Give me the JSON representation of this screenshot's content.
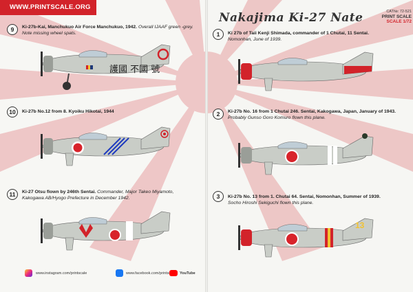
{
  "header": {
    "url": "WWW.PRINTSCALE.ORG",
    "title": "Nakajima Ki-27 Nate",
    "catalog": "CAT№: 72-521",
    "brand": "PRINT SCALE",
    "scale": "SCALE 1/72"
  },
  "entries": [
    {
      "num": "9",
      "bold": "Ki-27b-Kai, Manchukuo Air Force Manchukuo, 1942.",
      "italic": "Overall IJAAF green -grey. Note missing wheel spats."
    },
    {
      "num": "10",
      "bold": "Ki-27b No.12 from 8. Kyoiku Hikotai, 1944",
      "italic": ""
    },
    {
      "num": "11",
      "bold": "Ki-27 Otsu flown by 246th Sentai.",
      "italic": "Commander, Major Takeo Miyamoto, Kakogawa AB/Hyogo Prefecture in December 1942."
    },
    {
      "num": "1",
      "bold": "Ki 27b of Taii Kenji Shimada, commander of 1 Chutai, 11 Sentai.",
      "italic": "Nomonhan, June of 1939."
    },
    {
      "num": "2",
      "bold": "Ki-27b No. 16 from 1 Chutai 246. Sentai, Kakogawa, Japan, January of 1943.",
      "italic": "Probably Gunso Goro Komuro flown this plane."
    },
    {
      "num": "3",
      "bold": "Ki-27b No. 13 from 1. Chutai 64. Sentai, Nomonhan, Summer of 1939.",
      "italic": "Socho Hiroshi Sekiguchi flown this plane."
    }
  ],
  "plane_markings": {
    "manchukuo_characters": "護國 不國 號",
    "tail_number_3": "13"
  },
  "footer": {
    "instagram": "www.instagram.com/printscale",
    "facebook": "www.facebook.com/printscale/",
    "youtube": "YouTube"
  },
  "colors": {
    "accent_red": "#d2232a",
    "aircraft_grey": "#c9cdc7",
    "hinomaru": "#d8232a"
  }
}
